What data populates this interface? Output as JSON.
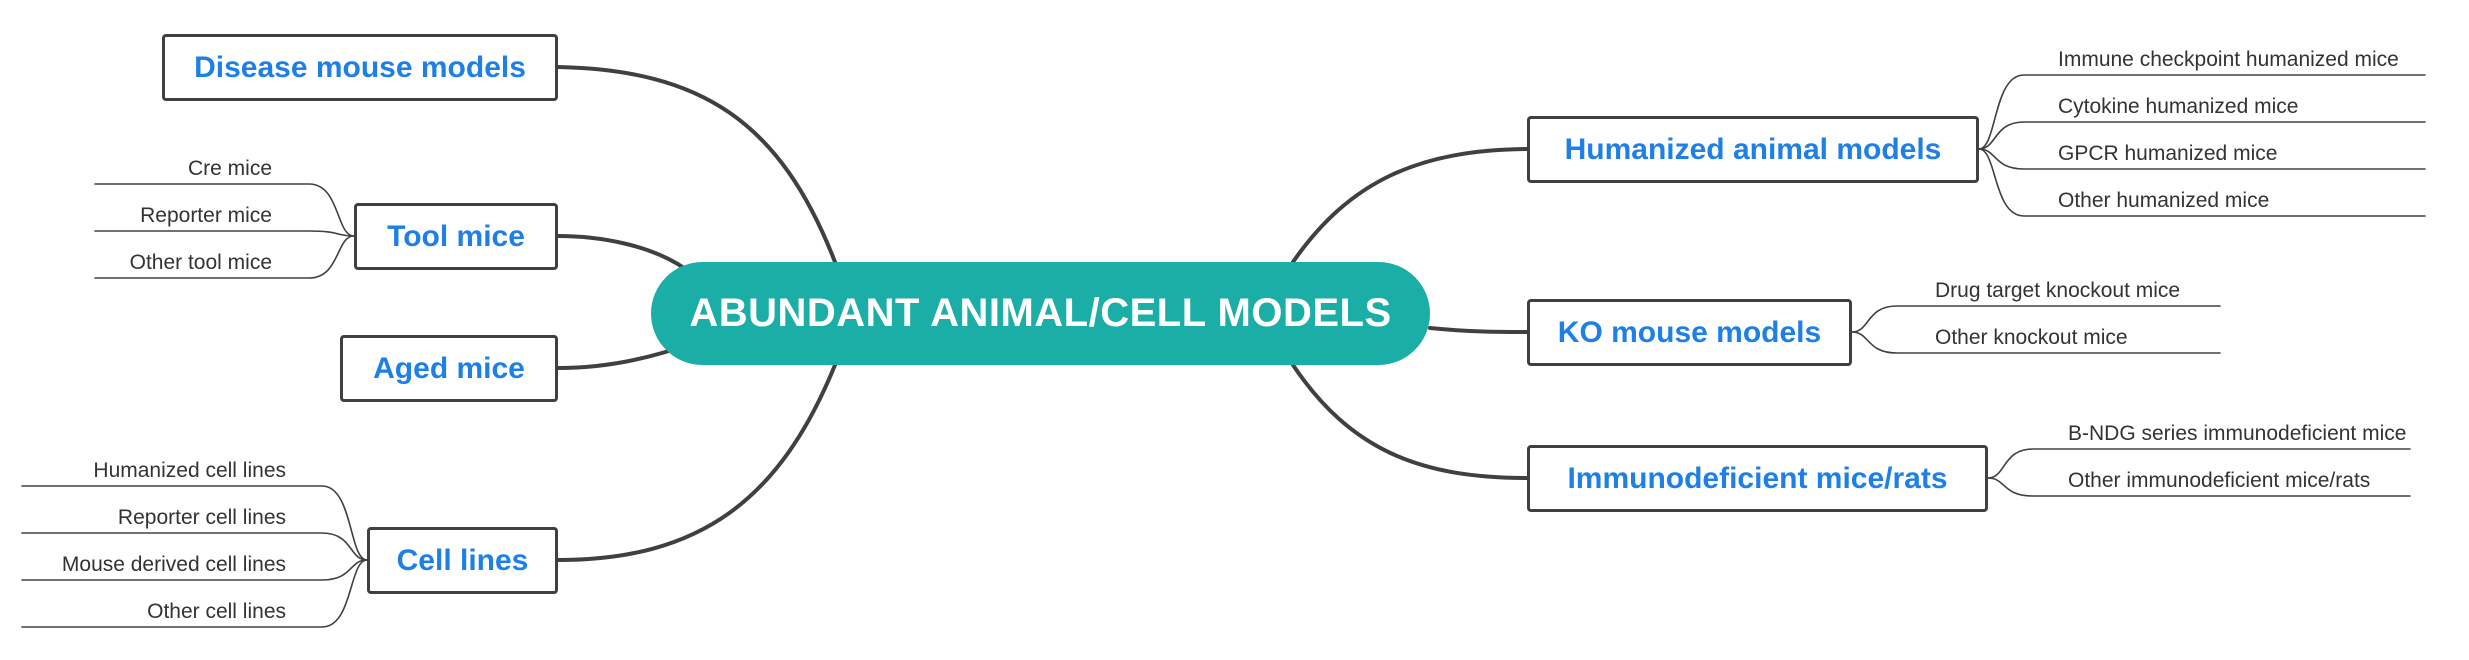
{
  "center": {
    "label": "ABUNDANT ANIMAL/CELL MODELS",
    "color": "#1aaea6"
  },
  "colors": {
    "topic_text": "#1e7fe6",
    "line": "#404040",
    "leaf_text": "#333333"
  },
  "left": {
    "disease": {
      "label": "Disease mouse models",
      "items": []
    },
    "tool": {
      "label": "Tool mice",
      "items": [
        "Cre mice",
        "Reporter mice",
        "Other tool mice"
      ]
    },
    "aged": {
      "label": "Aged mice",
      "items": []
    },
    "cell": {
      "label": "Cell lines",
      "items": [
        "Humanized cell lines",
        "Reporter cell lines",
        "Mouse derived cell lines",
        "Other cell lines"
      ]
    }
  },
  "right": {
    "humanized": {
      "label": "Humanized animal models",
      "items": [
        "Immune checkpoint humanized mice",
        "Cytokine humanized mice",
        "GPCR humanized mice",
        "Other humanized mice"
      ]
    },
    "ko": {
      "label": "KO mouse models",
      "items": [
        "Drug target knockout mice",
        "Other knockout mice"
      ]
    },
    "immuno": {
      "label": "Immunodeficient mice/rats",
      "items": [
        "B-NDG series immunodeficient mice",
        "Other immunodeficient mice/rats"
      ]
    }
  }
}
